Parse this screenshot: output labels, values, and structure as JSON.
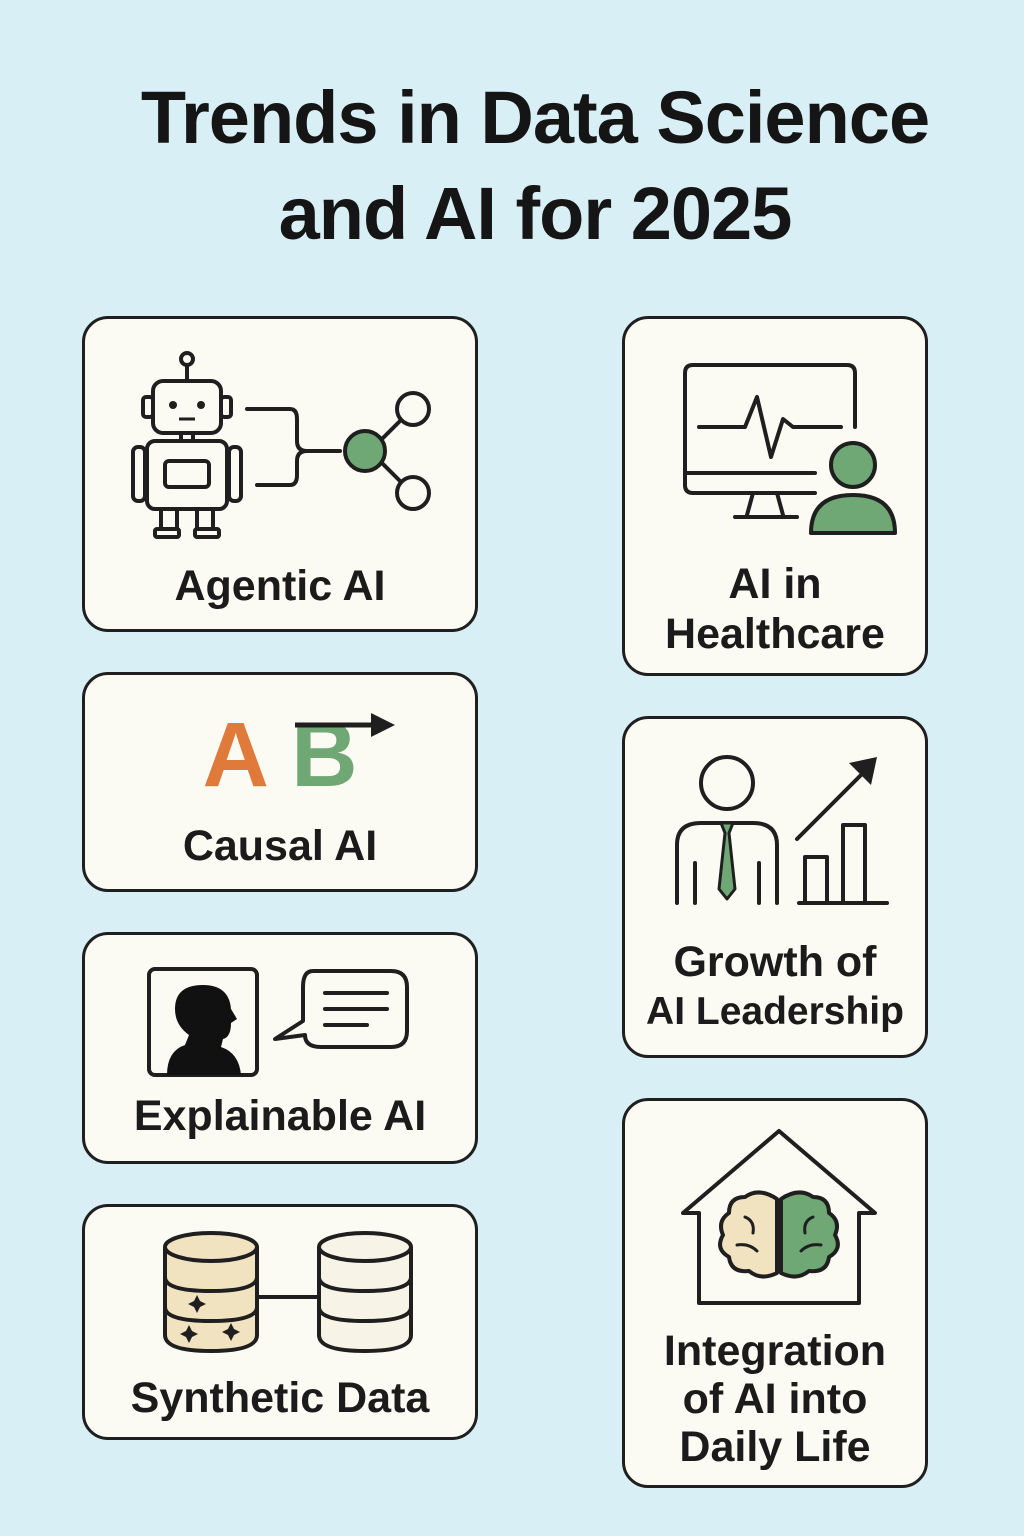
{
  "title": {
    "line1": "Trends in Data Science",
    "line2": "and AI for 2025"
  },
  "colors": {
    "background": "#d9eff6",
    "card": "#fbfaf3",
    "accent_green": "#6fa874",
    "accent_orange": "#e07a3a",
    "accent_beige": "#f1e2c0"
  },
  "cards": {
    "agentic": {
      "label": "Agentic AI",
      "icon": "robot-network-icon"
    },
    "healthcare": {
      "label_line1": "AI in",
      "label_line2": "Healthcare",
      "icon": "monitor-heartbeat-patient-icon"
    },
    "causal": {
      "label": "Causal AI",
      "from": "A",
      "to": "B",
      "icon": "arrow-right-icon"
    },
    "leadership": {
      "label_line1": "Growth of",
      "label_line2": "AI Leadership",
      "icon": "leader-growth-chart-icon"
    },
    "explainable": {
      "label": "Explainable AI",
      "icon": "person-speech-bubble-icon"
    },
    "synthetic": {
      "label": "Synthetic Data",
      "icon": "database-pair-icon"
    },
    "integration": {
      "label_line1": "Integration",
      "label_line2": "of AI into",
      "label_line3": "Daily Life",
      "icon": "house-brain-icon"
    }
  }
}
